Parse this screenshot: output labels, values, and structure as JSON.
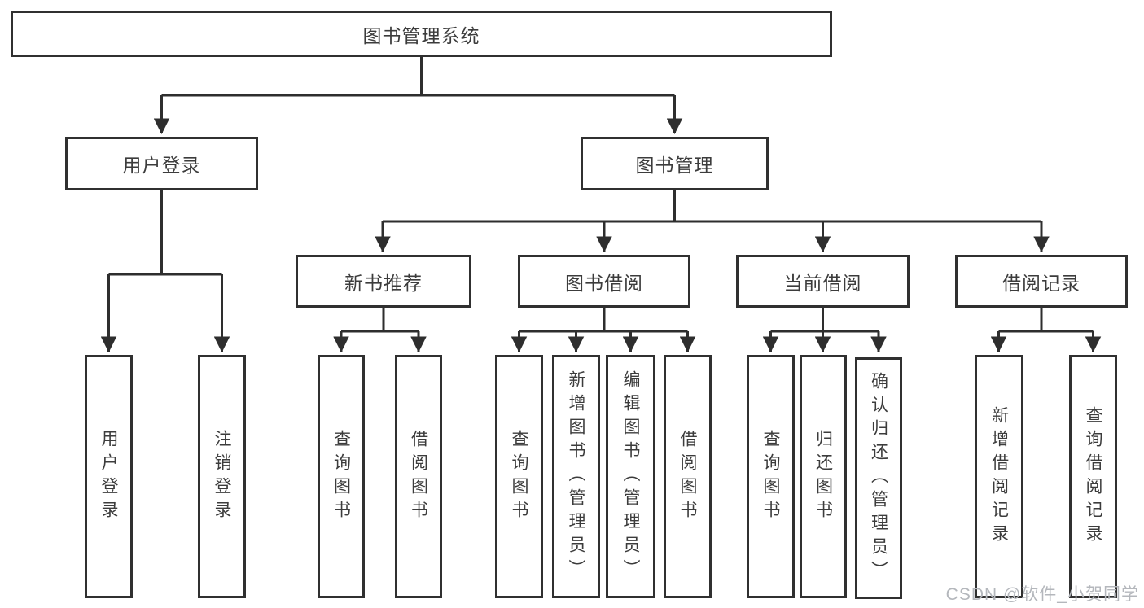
{
  "diagram": {
    "line_color": "#303030",
    "root": {
      "label": "图书管理系统"
    },
    "level2": [
      {
        "label": "用户登录"
      },
      {
        "label": "图书管理"
      }
    ],
    "level3": [
      {
        "label": "新书推荐"
      },
      {
        "label": "图书借阅"
      },
      {
        "label": "当前借阅"
      },
      {
        "label": "借阅记录"
      }
    ],
    "leaves": {
      "user_login": [
        {
          "label": "用户登录"
        },
        {
          "label": "注销登录"
        }
      ],
      "new_book": [
        {
          "label": "查询图书"
        },
        {
          "label": "借阅图书"
        }
      ],
      "borrow": [
        {
          "label": "查询图书"
        },
        {
          "label": "新增图书（管理员）"
        },
        {
          "label": "编辑图书（管理员）"
        },
        {
          "label": "借阅图书"
        }
      ],
      "current": [
        {
          "label": "查询图书"
        },
        {
          "label": "归还图书"
        },
        {
          "label": "确认归还（管理员）"
        }
      ],
      "records": [
        {
          "label": "新增借阅记录"
        },
        {
          "label": "查询借阅记录"
        }
      ]
    }
  },
  "watermark": {
    "text": "CSDN @软件_小贺同学"
  }
}
